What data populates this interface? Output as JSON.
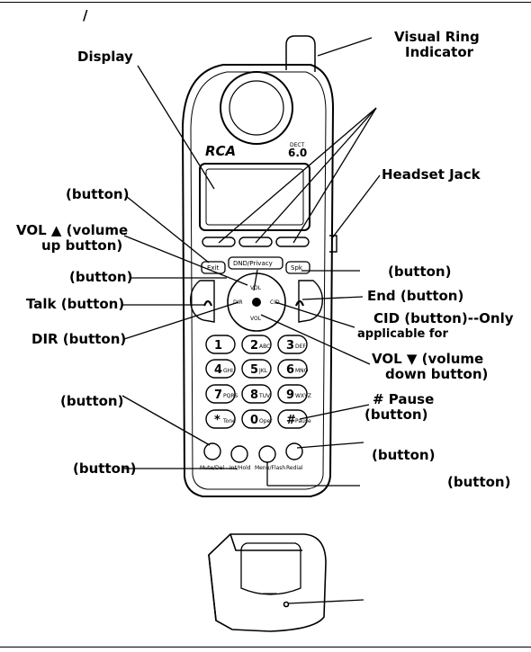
{
  "header": {
    "mark": "/"
  },
  "callouts": {
    "display": "Display",
    "visual_ring_1": "Visual Ring",
    "visual_ring_2": "Indicator",
    "headset_jack": "Headset Jack",
    "button_exit": "(button)",
    "vol_up_1": "VOL ▲ (volume",
    "vol_up_2": "up button)",
    "button_dnd": "(button)",
    "button_spk": "(button)",
    "talk": "Talk (button)",
    "end": "End (button)",
    "cid_1": "CID (button)--Only",
    "cid_2": "applicable for",
    "dir": "DIR (button)",
    "vol_down_1": "VOL ▼ (volume",
    "vol_down_2": "down button)",
    "button_star": "(button)",
    "pause_1": "# Pause",
    "pause_2": "(button)",
    "button_redial": "(button)",
    "button_mute": "(button)",
    "button_flash": "(button)"
  },
  "handset": {
    "brand": "RCA",
    "version_small": "DECT",
    "version": "6.0",
    "exit": "Exit",
    "dnd": "DND/Privacy",
    "spk": "Spk",
    "vol_up": "VOL",
    "vol_down": "VOL",
    "dir": "DIR",
    "cid": "CID",
    "keypad": [
      {
        "d": "1",
        "s": ""
      },
      {
        "d": "2",
        "s": "ABC"
      },
      {
        "d": "3",
        "s": "DEF"
      },
      {
        "d": "4",
        "s": "GHI"
      },
      {
        "d": "5",
        "s": "JKL"
      },
      {
        "d": "6",
        "s": "MNO"
      },
      {
        "d": "7",
        "s": "PQRS"
      },
      {
        "d": "8",
        "s": "TUV"
      },
      {
        "d": "9",
        "s": "WXYZ"
      },
      {
        "d": "*",
        "s": "Tone"
      },
      {
        "d": "0",
        "s": "Oper"
      },
      {
        "d": "#",
        "s": "Pause"
      }
    ],
    "bottom_labels": [
      "Mute/Del",
      "Int/Hold",
      "Menu/Flash",
      "Redial"
    ]
  }
}
